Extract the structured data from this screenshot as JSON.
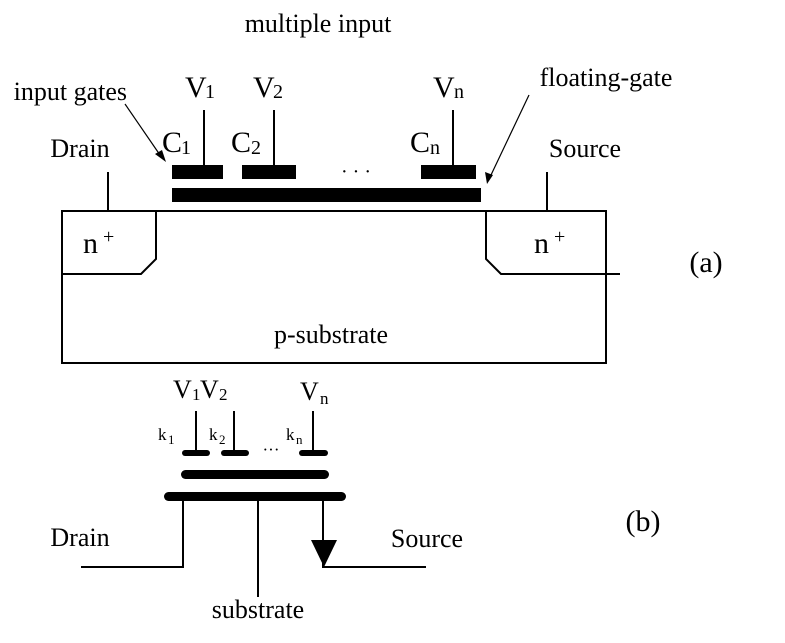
{
  "figure": {
    "part_a": {
      "title": "multiple input",
      "input_gates_label": "input gates",
      "floating_gate_label": "floating-gate",
      "drain_label": "Drain",
      "source_label": "Source",
      "n_plus_left": "n",
      "n_plus_right": "n",
      "n_plus_sup": "+",
      "substrate_label": "p-substrate",
      "panel_label": "(a)",
      "dots": "· · ·",
      "inputs": [
        {
          "v": "V",
          "v_sub": "1",
          "c": "C",
          "c_sub": "1"
        },
        {
          "v": "V",
          "v_sub": "2",
          "c": "C",
          "c_sub": "2"
        },
        {
          "v": "V",
          "v_sub": "n",
          "c": "C",
          "c_sub": "n"
        }
      ]
    },
    "part_b": {
      "drain_label": "Drain",
      "source_label": "Source",
      "substrate_label": "substrate",
      "panel_label": "(b)",
      "dots": "···",
      "inputs": [
        {
          "v": "V",
          "v_sub": "1",
          "k": "k",
          "k_sub": "1"
        },
        {
          "v": "V",
          "v_sub": "2",
          "k": "k",
          "k_sub": "2"
        },
        {
          "v": "V",
          "v_sub": "n",
          "k": "k",
          "k_sub": "n"
        }
      ]
    }
  }
}
